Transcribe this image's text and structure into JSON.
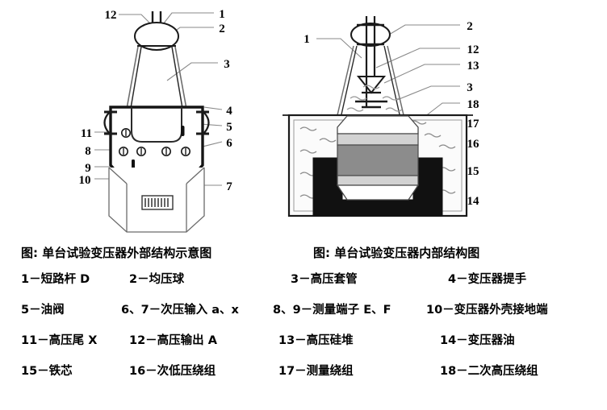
{
  "figures": {
    "left": {
      "name": "external-structure-diagram",
      "callouts": [
        "12",
        "1",
        "2",
        "3",
        "4",
        "5",
        "6",
        "11",
        "8",
        "9",
        "10",
        "7"
      ]
    },
    "right": {
      "name": "internal-structure-diagram",
      "callouts": [
        "1",
        "2",
        "12",
        "13",
        "3",
        "18",
        "17",
        "16",
        "15",
        "14"
      ]
    }
  },
  "captions": {
    "left": "图: 单台试验变压器外部结构示意图",
    "right": "图: 单台试验变压器内部结构图"
  },
  "legend": {
    "rows": [
      [
        "1－短路杆 D",
        "2－均压球",
        "3－高压套管",
        "4－变压器提手"
      ],
      [
        "5－油阀",
        "6、7－次压输入 a、x",
        "8、9－测量端子 E、F",
        "10－变压器外壳接地端"
      ],
      [
        "11－高压尾 X",
        "12－高压输出 A",
        "13－高压硅堆",
        "14－变压器油"
      ],
      [
        "15－铁芯",
        "16－次低压绕组",
        "17－测量绕组",
        "18－二次高压绕组"
      ]
    ]
  },
  "colors": {
    "stroke": "#1a1a1a",
    "leader": "#808080",
    "core_black": "#111111",
    "winding_dark_gray": "#8c8c8c",
    "winding_light_gray": "#cfcfcf",
    "tank_fill": "#fdfdfd",
    "text": "#000000"
  }
}
